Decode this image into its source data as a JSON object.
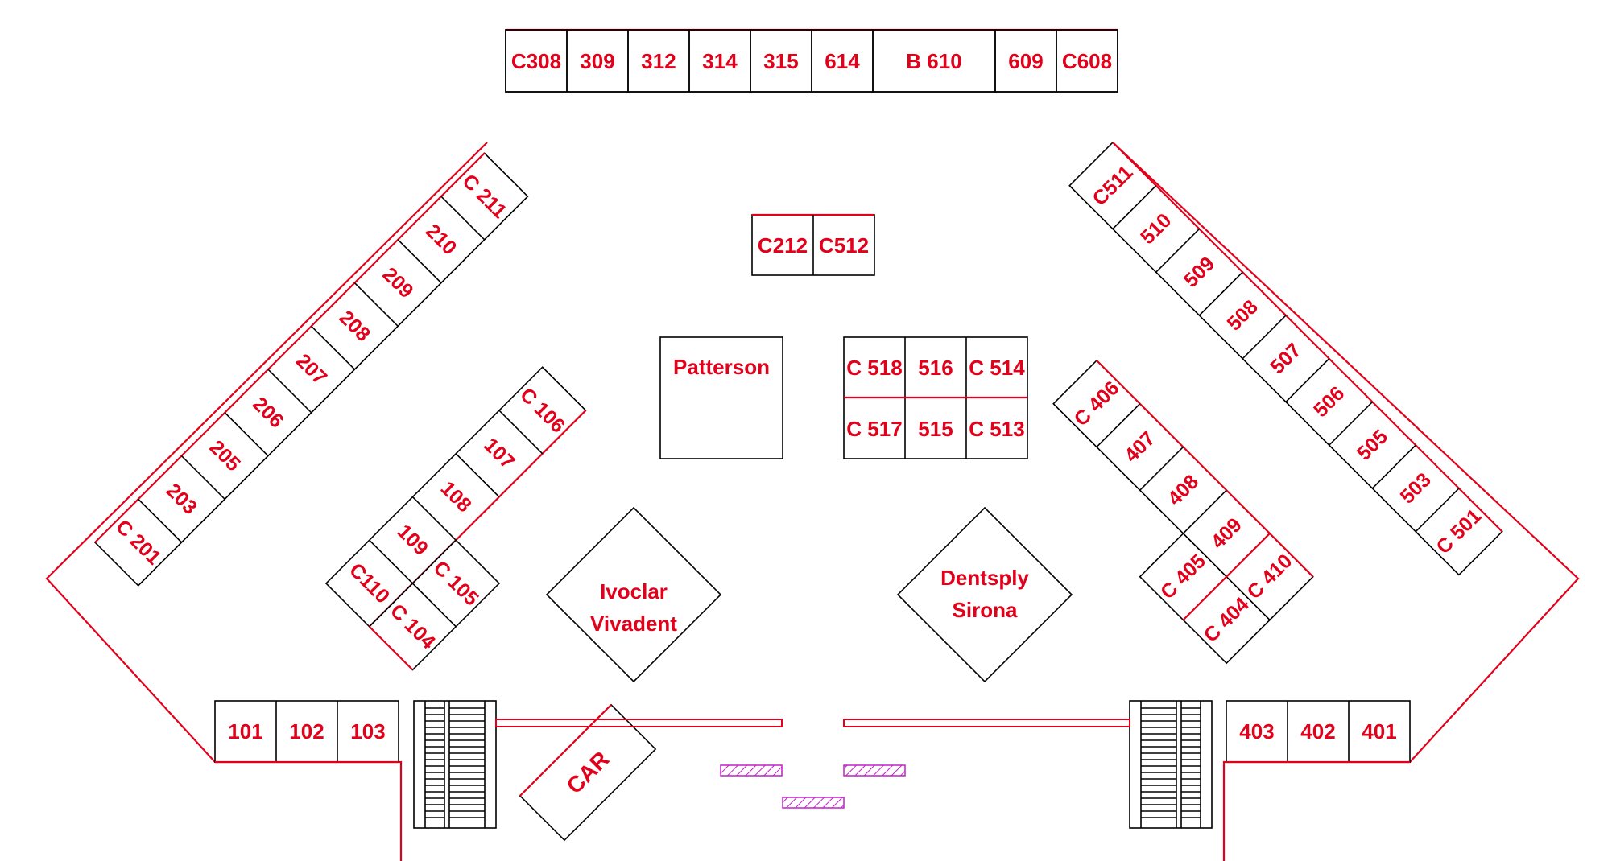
{
  "colors": {
    "accent": "#e2001a",
    "outline": "#000000",
    "hatch": "#c020c8",
    "background": "#ffffff"
  },
  "top_row": [
    "C308",
    "309",
    "312",
    "314",
    "315",
    "614",
    "B 610",
    "609",
    "C608"
  ],
  "center_pair": [
    "C212",
    "C512"
  ],
  "patterson": "Patterson",
  "center_block": {
    "top": [
      "C 518",
      "516",
      "C 514"
    ],
    "bottom": [
      "C 517",
      "515",
      "C 513"
    ]
  },
  "ivoclar": [
    "Ivoclar",
    "Vivadent"
  ],
  "dentsply": [
    "Dentsply",
    "Sirona"
  ],
  "car": "CAR",
  "left_outer": [
    "C 201",
    "203",
    "205",
    "206",
    "207",
    "208",
    "209",
    "210",
    "C 211"
  ],
  "left_inner": [
    "C110",
    "109",
    "108",
    "107",
    "C 106"
  ],
  "left_inner_lower": [
    "C 104",
    "C 105"
  ],
  "right_outer": [
    "C511",
    "510",
    "509",
    "508",
    "507",
    "506",
    "505",
    "503",
    "C 501"
  ],
  "right_inner": [
    "C 406",
    "407",
    "408",
    "409",
    "C 410"
  ],
  "right_inner_lower": [
    "C 405",
    "C 404"
  ],
  "bottom_left": [
    "101",
    "102",
    "103"
  ],
  "bottom_right": [
    "403",
    "402",
    "401"
  ]
}
